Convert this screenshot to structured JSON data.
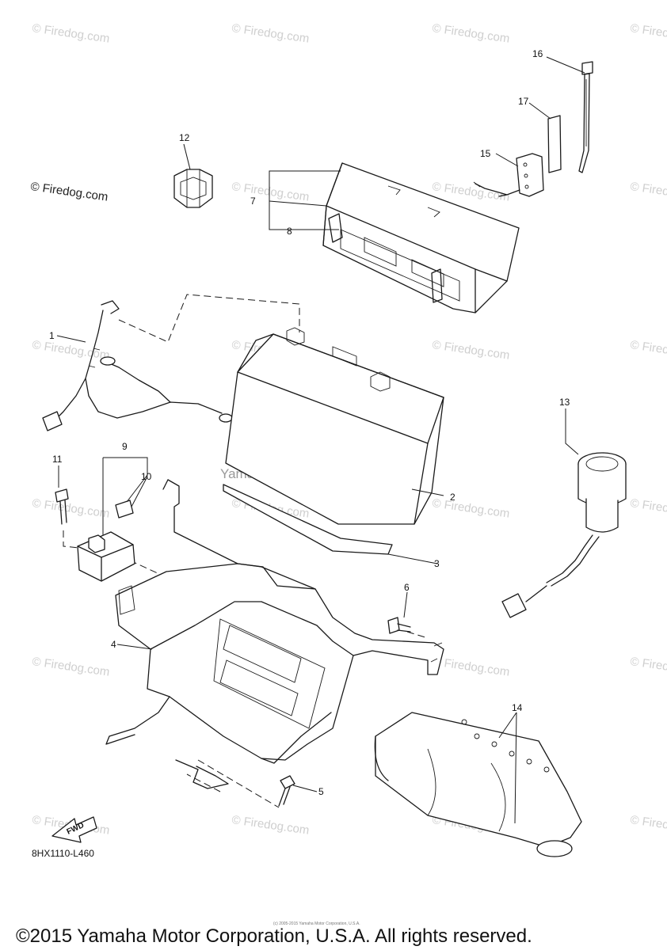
{
  "watermarks": {
    "site_text": "© Firedog.com",
    "site_text_dark": "© Firedog.com",
    "center_text": "Yamaha Motor Corp, U.S.A."
  },
  "callouts": {
    "c1": "1",
    "c2": "2",
    "c3": "3",
    "c4": "4",
    "c5": "5",
    "c6": "6",
    "c7": "7",
    "c8": "8",
    "c9": "9",
    "c10": "10",
    "c11": "11",
    "c12": "12",
    "c13": "13",
    "c14": "14",
    "c15": "15",
    "c16": "16",
    "c17": "17"
  },
  "fwd_label": "FWD",
  "diagram_code": "8HX1110-L460",
  "tiny_notice": "(c) 2005-2015 Yamaha Motor Corporation, U.S.A.",
  "copyright": "©2015 Yamaha Motor Corporation, U.S.A. All rights reserved."
}
